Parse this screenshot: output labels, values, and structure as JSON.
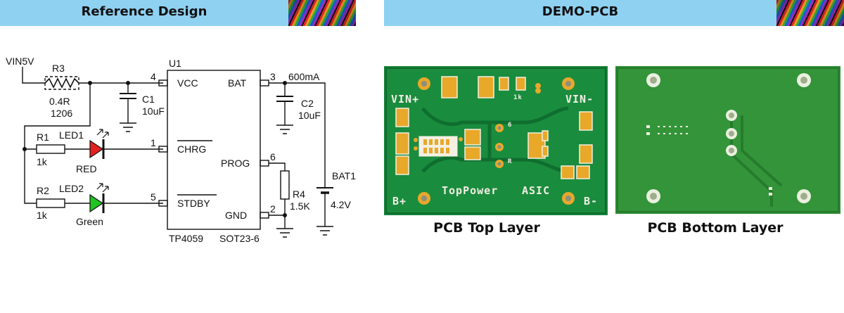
{
  "banners": {
    "left_title": "Reference Design",
    "right_title": "DEMO-PCB"
  },
  "schematic": {
    "vin": "VIN5V",
    "r3_name": "R3",
    "r3_value": "0.4R",
    "r3_package": "1206",
    "c1_name": "C1",
    "c1_value": "10uF",
    "r1_name": "R1",
    "r1_value": "1k",
    "led1_name": "LED1",
    "led1_color": "RED",
    "r2_name": "R2",
    "r2_value": "1k",
    "led2_name": "LED2",
    "led2_color": "Green",
    "u1_name": "U1",
    "pin4": "4",
    "pin1": "1",
    "pin5": "5",
    "pin3": "3",
    "pin6": "6",
    "pin2": "2",
    "vcc": "VCC",
    "chrg": "CHRG",
    "stdby": "STDBY",
    "bat": "BAT",
    "prog": "PROG",
    "gnd": "GND",
    "ic_part": "TP4059",
    "ic_package": "SOT23-6",
    "current": "600mA",
    "c2_name": "C2",
    "c2_value": "10uF",
    "r4_name": "R4",
    "r4_value": "1.5K",
    "bat1_name": "BAT1",
    "bat1_value": "4.2V",
    "colors": {
      "led_red": "#e32020",
      "led_green": "#22c222"
    }
  },
  "pcb_top": {
    "caption": "PCB Top Layer",
    "vin_plus": "VIN+",
    "vin_minus": "VIN-",
    "b_plus": "B+",
    "b_minus": "B-",
    "brand": "TopPower",
    "asic": "ASIC",
    "r_1k": "1k",
    "mark_6": "6",
    "mark_r": "R",
    "colors": {
      "board": "#15823a",
      "copper": "#e8a82a"
    }
  },
  "pcb_bottom": {
    "caption": "PCB Bottom Layer",
    "colors": {
      "board": "#2d8a33"
    }
  }
}
